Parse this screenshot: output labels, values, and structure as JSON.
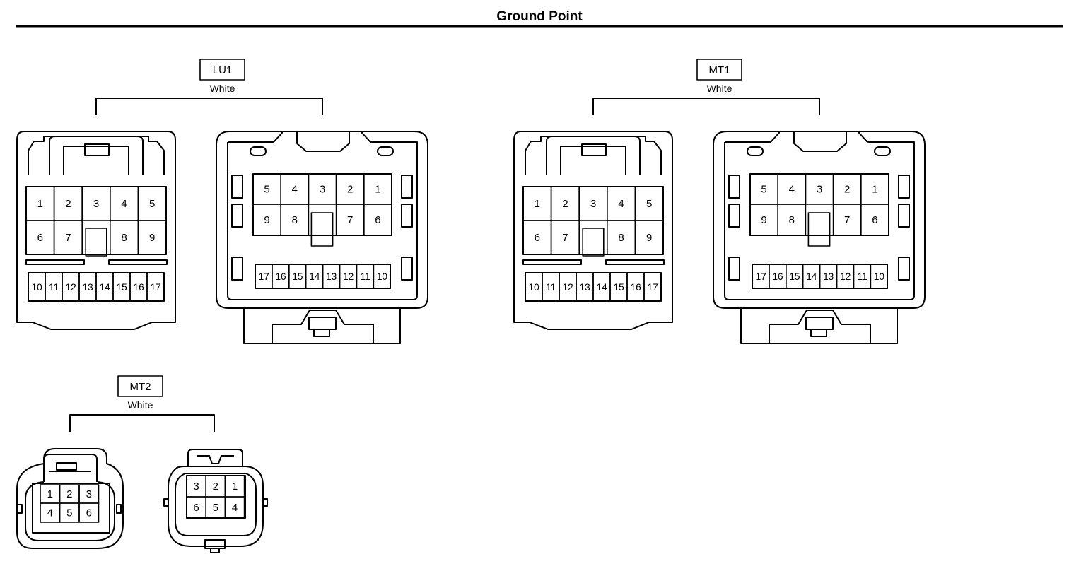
{
  "page": {
    "title": "Ground Point"
  },
  "connectors": [
    {
      "id": "LU1",
      "label": "LU1",
      "color": "White",
      "layout": "large",
      "female": {
        "top_row": [
          "1",
          "2",
          "3",
          "4",
          "5"
        ],
        "mid_row": [
          "6",
          "7",
          "",
          "8",
          "9"
        ],
        "small_row": [
          "10",
          "11",
          "12",
          "13",
          "14",
          "15",
          "16",
          "17"
        ]
      },
      "male": {
        "top_row": [
          "5",
          "4",
          "3",
          "2",
          "1"
        ],
        "mid_row": [
          "9",
          "8",
          "",
          "7",
          "6"
        ],
        "small_row": [
          "17",
          "16",
          "15",
          "14",
          "13",
          "12",
          "11",
          "10"
        ]
      }
    },
    {
      "id": "MT1",
      "label": "MT1",
      "color": "White",
      "layout": "large",
      "female": {
        "top_row": [
          "1",
          "2",
          "3",
          "4",
          "5"
        ],
        "mid_row": [
          "6",
          "7",
          "",
          "8",
          "9"
        ],
        "small_row": [
          "10",
          "11",
          "12",
          "13",
          "14",
          "15",
          "16",
          "17"
        ]
      },
      "male": {
        "top_row": [
          "5",
          "4",
          "3",
          "2",
          "1"
        ],
        "mid_row": [
          "9",
          "8",
          "",
          "7",
          "6"
        ],
        "small_row": [
          "17",
          "16",
          "15",
          "14",
          "13",
          "12",
          "11",
          "10"
        ]
      }
    },
    {
      "id": "MT2",
      "label": "MT2",
      "color": "White",
      "layout": "small",
      "female": {
        "top_row": [
          "1",
          "2",
          "3"
        ],
        "bottom_row": [
          "4",
          "5",
          "6"
        ]
      },
      "male": {
        "top_row": [
          "3",
          "2",
          "1"
        ],
        "bottom_row": [
          "6",
          "5",
          "4"
        ]
      }
    }
  ]
}
